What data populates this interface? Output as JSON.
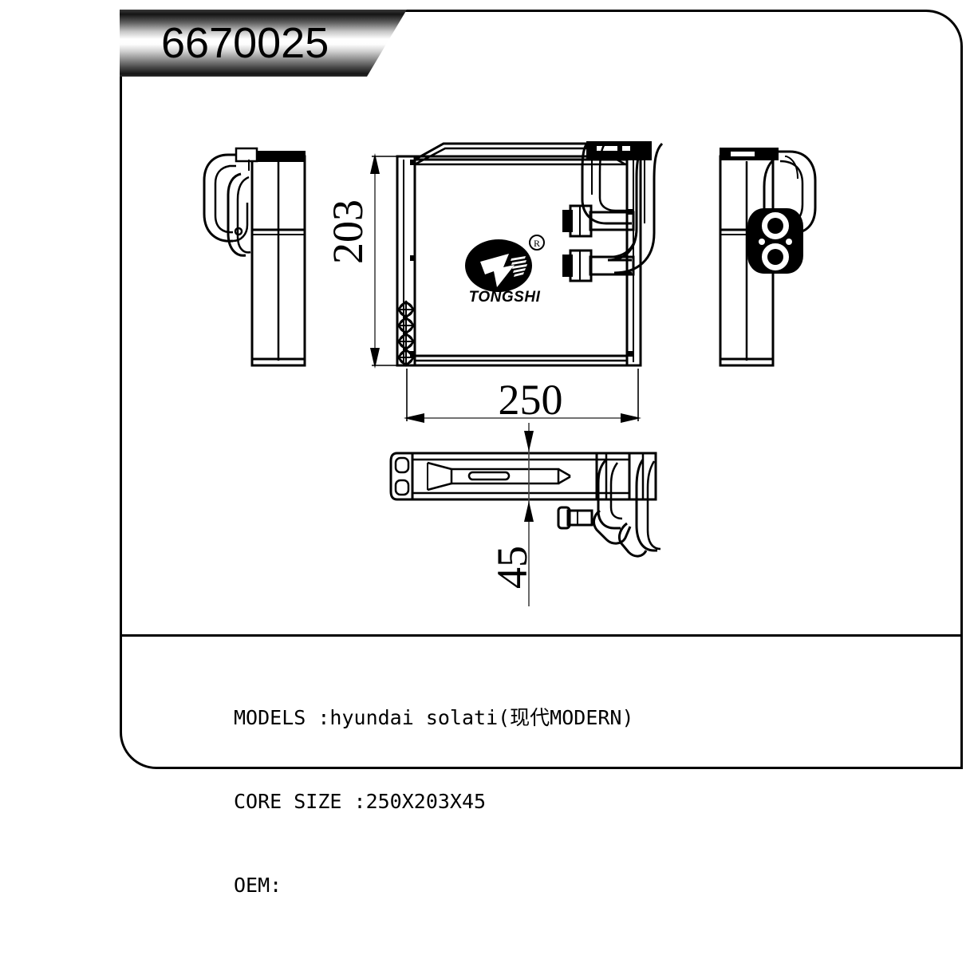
{
  "banner": {
    "part_number": "6670025"
  },
  "brand": {
    "logo_name": "tongshi-logo",
    "wordmark": "TONGSHI",
    "trademark_symbol": "®"
  },
  "dimensions": {
    "height_mm": "203",
    "width_mm": "250",
    "depth_mm": "45"
  },
  "spec": {
    "models_line": "MODELS :hyundai solati(现代MODERN)",
    "core_size_line": "CORE SIZE :250X203X45",
    "oem_line": "OEM:"
  },
  "views": {
    "left_side": "left-side-view",
    "front": "front-view",
    "right_side": "right-side-view",
    "top": "top-view"
  },
  "colors": {
    "line": "#000000",
    "background": "#ffffff",
    "banner_highlight": "#ffffff",
    "banner_shadow": "#141414"
  }
}
